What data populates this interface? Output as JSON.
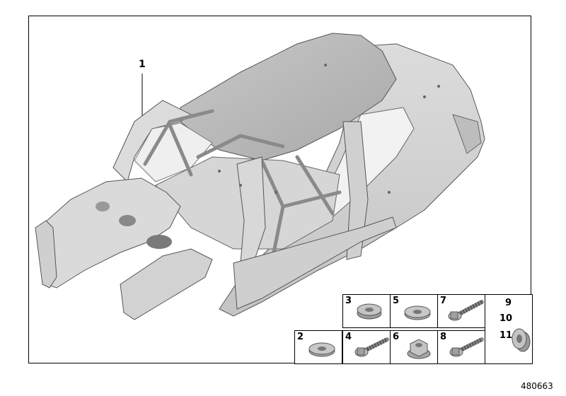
{
  "diagram": {
    "main_part_label": "1",
    "hardware_labels": {
      "p2": "2",
      "p3": "3",
      "p4": "4",
      "p5": "5",
      "p6": "6",
      "p7": "7",
      "p8": "8",
      "p9": "9",
      "p10": "10",
      "p11": "11"
    },
    "document_number": "480663",
    "icons": {
      "car_body": "body-in-white-with-roll-cage",
      "p2": "flat-washer-icon",
      "p3": "spacer-ring-icon",
      "p4": "hex-bolt-with-washer-icon",
      "p5": "flat-washer-icon",
      "p6": "flange-hex-nut-icon",
      "p7": "hex-bolt-with-washer-icon",
      "p8": "hex-bolt-with-washer-icon",
      "p9_11": "thick-spacer-washer-icon"
    }
  }
}
